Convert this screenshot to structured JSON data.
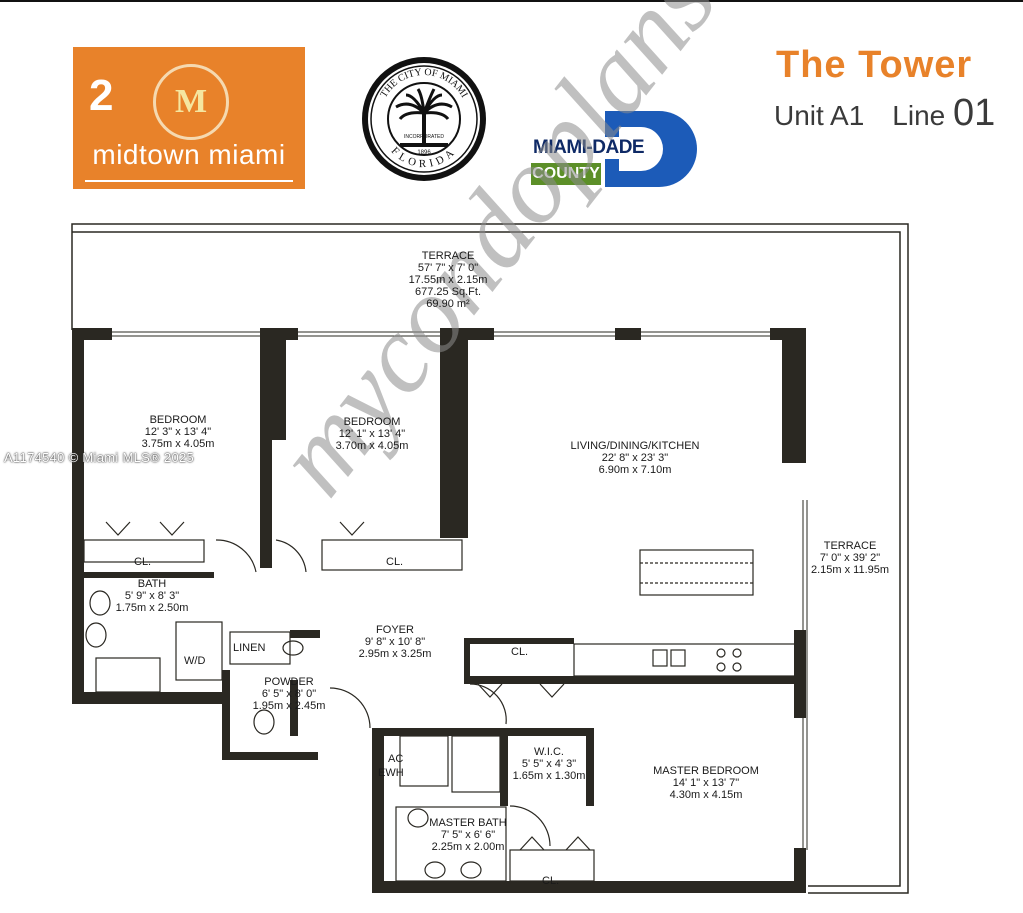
{
  "header": {
    "brand_number": "2",
    "brand_name": "midtown miami",
    "county_line1": "MIAMI-DADE",
    "county_line2": "COUNTY",
    "title": "The Tower",
    "unit": "Unit A1",
    "line_label": "Line",
    "line_number": "01"
  },
  "watermark": {
    "mls": "A1174540 © Miami MLS® 2025",
    "brand": "mycondoplans"
  },
  "colors": {
    "brand_orange": "#e8822a",
    "county_blue": "#1c5bb8",
    "county_green": "#5c8f28",
    "wall": "#2a2822"
  },
  "rooms": {
    "terrace_top": {
      "name": "TERRACE",
      "imperial": "57' 7\" x 7' 0\"",
      "metric": "17.55m x 2.15m",
      "sqft": "677.25 Sq.Ft.",
      "sqm": "69.90 m²"
    },
    "bedroom1": {
      "name": "BEDROOM",
      "imperial": "12' 3\" x 13' 4\"",
      "metric": "3.75m x 4.05m"
    },
    "bedroom2": {
      "name": "BEDROOM",
      "imperial": "12' 1\" x 13' 4\"",
      "metric": "3.70m x 4.05m"
    },
    "living": {
      "name": "LIVING/DINING/KITCHEN",
      "imperial": "22' 8\" x 23' 3\"",
      "metric": "6.90m x 7.10m"
    },
    "terrace_side": {
      "name": "TERRACE",
      "imperial": "7' 0\" x 39' 2\"",
      "metric": "2.15m x 11.95m"
    },
    "bath": {
      "name": "BATH",
      "imperial": "5' 9\" x 8' 3\"",
      "metric": "1.75m x 2.50m"
    },
    "foyer": {
      "name": "FOYER",
      "imperial": "9' 8\" x 10' 8\"",
      "metric": "2.95m x 3.25m"
    },
    "powder": {
      "name": "POWDER",
      "imperial": "6' 5\" x 8' 0\"",
      "metric": "1.95m x 2.45m"
    },
    "wic": {
      "name": "W.I.C.",
      "imperial": "5' 5\" x 4' 3\"",
      "metric": "1.65m x 1.30m"
    },
    "master_bedroom": {
      "name": "MASTER BEDROOM",
      "imperial": "14' 1\" x 13' 7\"",
      "metric": "4.30m x 4.15m"
    },
    "master_bath": {
      "name": "MASTER BATH",
      "imperial": "7' 5\" x 6' 6\"",
      "metric": "2.25m x 2.00m"
    }
  },
  "fixtures": {
    "closet": "CL.",
    "linen": "LINEN",
    "washer_dryer": "W/D",
    "ac": "AC",
    "ewh": "EWH"
  }
}
